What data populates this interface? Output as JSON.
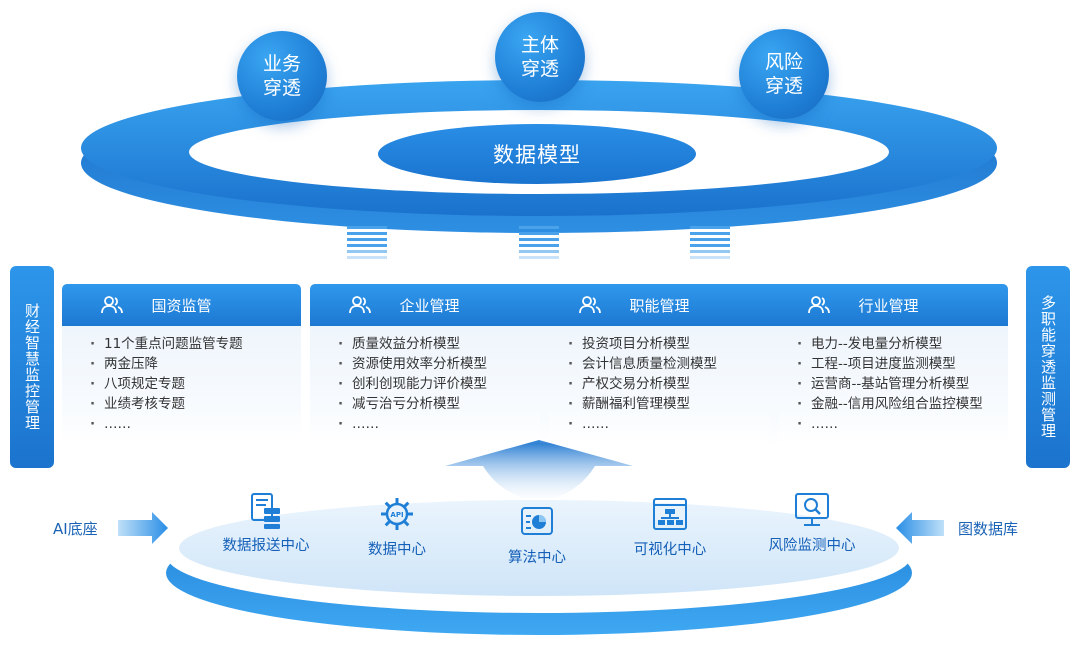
{
  "top_circles": [
    {
      "label": "业务\n穿透"
    },
    {
      "label": "主体\n穿透"
    },
    {
      "label": "风险\n穿透"
    }
  ],
  "data_model_label": "数据模型",
  "left_bar": "财经智慧监控管理",
  "right_bar": "多职能穿透监测管理",
  "cards": [
    {
      "title": "国资监管",
      "items": [
        "11个重点问题监管专题",
        "两金压降",
        "八项规定专题",
        "业绩考核专题",
        "……"
      ]
    },
    {
      "title": "企业管理",
      "items": [
        "质量效益分析模型",
        "资源使用效率分析模型",
        "创利创现能力评价模型",
        "减亏治亏分析模型",
        "……"
      ]
    },
    {
      "title": "职能管理",
      "items": [
        "投资项目分析模型",
        "会计信息质量检测模型",
        "产权交易分析模型",
        "薪酬福利管理模型",
        "……"
      ]
    },
    {
      "title": "行业管理",
      "items": [
        "电力--发电量分析模型",
        "工程--项目进度监测模型",
        "运营商--基站管理分析模型",
        "金融--信用风险组合监控模型",
        "……"
      ]
    }
  ],
  "centers": [
    {
      "label": "数据报送中心",
      "icon": "document-server-icon"
    },
    {
      "label": "数据中心",
      "icon": "api-gear-icon"
    },
    {
      "label": "算法中心",
      "icon": "algorithm-chart-icon"
    },
    {
      "label": "可视化中心",
      "icon": "visual-browser-icon"
    },
    {
      "label": "风险监测中心",
      "icon": "monitor-search-icon"
    }
  ],
  "ai_base_label": "AI底座",
  "graph_db_label": "图数据库",
  "colors": {
    "primary": "#1f7fd6",
    "light": "#e8f2fc",
    "dark": "#1560b8"
  }
}
